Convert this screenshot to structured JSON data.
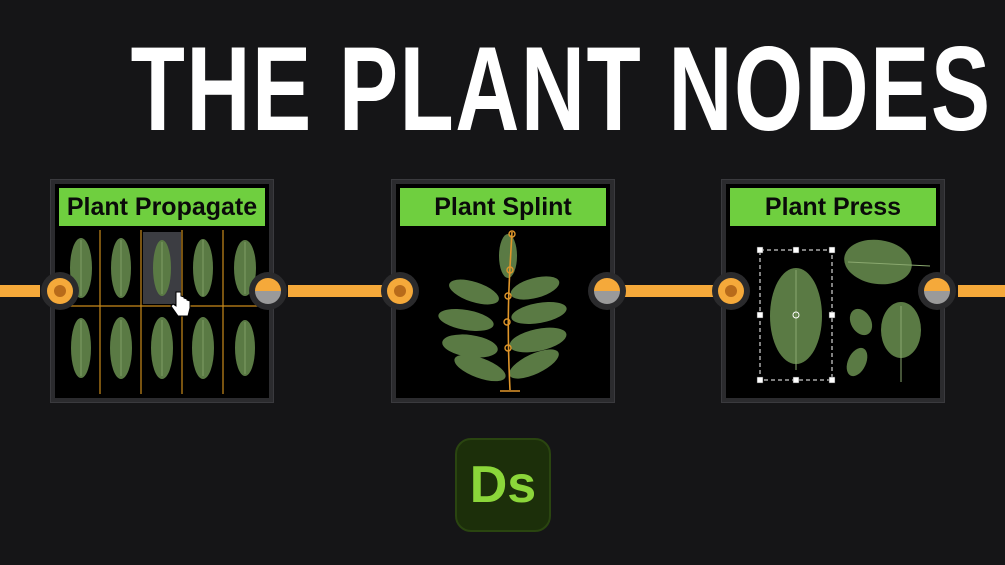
{
  "title": "THE PLANT NODES",
  "nodes": [
    {
      "label": "Plant Propagate"
    },
    {
      "label": "Plant Splint"
    },
    {
      "label": "Plant Press"
    }
  ],
  "logo": {
    "text": "Ds",
    "icon": "adobe-substance-designer-logo"
  },
  "colors": {
    "background": "#151517",
    "wire": "#f5a93a",
    "header": "#6fcf3f",
    "leaf": "#4f6e3a",
    "logo_bg": "#1c2f0a",
    "logo_text": "#8bd63a"
  }
}
